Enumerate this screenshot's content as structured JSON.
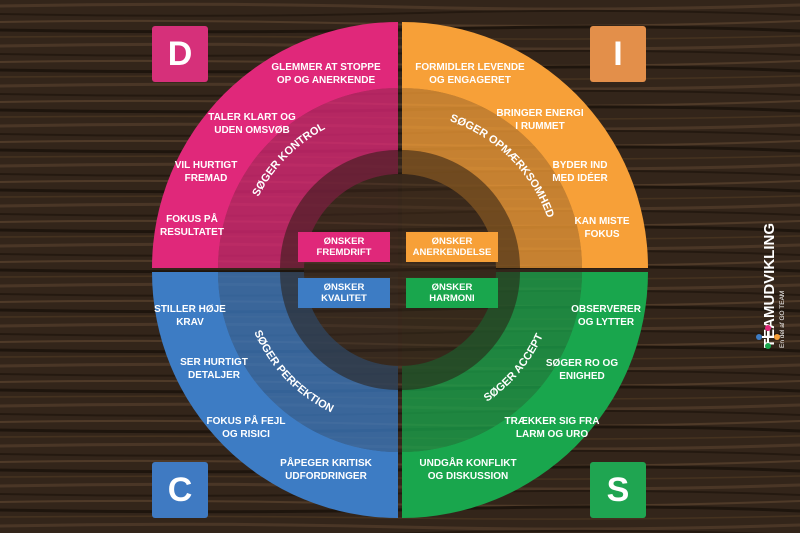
{
  "colors": {
    "D": "#e0287a",
    "I": "#f7a038",
    "C": "#3d7cc4",
    "S": "#19a64d",
    "corner_D": "#d6307a",
    "corner_I": "#e38f4a",
    "corner_C": "#3f7ac2",
    "corner_S": "#1fa551"
  },
  "corners": {
    "D": "D",
    "I": "I",
    "C": "C",
    "S": "S"
  },
  "quadrants": {
    "D": {
      "ring_label": "SØGER KONTROL",
      "center_lines": [
        "ØNSKER",
        "FREMDRIFT"
      ],
      "traits": [
        [
          "GLEMMER AT STOPPE",
          "OP OG ANERKENDE"
        ],
        [
          "TALER KLART OG",
          "UDEN OMSVØB"
        ],
        [
          "VIL HURTIGT",
          "FREMAD"
        ],
        [
          "FOKUS PÅ",
          "RESULTATET"
        ]
      ]
    },
    "I": {
      "ring_label": "SØGER OPMÆRKSOMHED",
      "center_lines": [
        "ØNSKER",
        "ANERKENDELSE"
      ],
      "traits": [
        [
          "FORMIDLER LEVENDE",
          "OG ENGAGERET"
        ],
        [
          "BRINGER ENERGI",
          "I RUMMET"
        ],
        [
          "BYDER IND",
          "MED IDÉER"
        ],
        [
          "KAN MISTE",
          "FOKUS"
        ]
      ]
    },
    "C": {
      "ring_label": "SØGER PERFEKTION",
      "center_lines": [
        "ØNSKER",
        "KVALITET"
      ],
      "traits": [
        [
          "STILLER HØJE",
          "KRAV"
        ],
        [
          "SER HURTIGT",
          "DETALJER"
        ],
        [
          "FOKUS PÅ FEJL",
          "OG RISICI"
        ],
        [
          "PÅPEGER KRITISK",
          "UDFORDRINGER"
        ]
      ]
    },
    "S": {
      "ring_label": "SØGER ACCEPT",
      "center_lines": [
        "ØNSKER",
        "HARMONI"
      ],
      "traits": [
        [
          "OBSERVERER",
          "OG LYTTER"
        ],
        [
          "SØGER RO OG",
          "ENIGHED"
        ],
        [
          "TRÆKKER SIG FRA",
          "LARM OG URO"
        ],
        [
          "UNDGÅR KONFLIKT",
          "OG DISKUSSION"
        ]
      ]
    }
  },
  "brand": {
    "name": "TEAMUDVIKLING",
    "tagline": "En del af GO TEAM"
  }
}
